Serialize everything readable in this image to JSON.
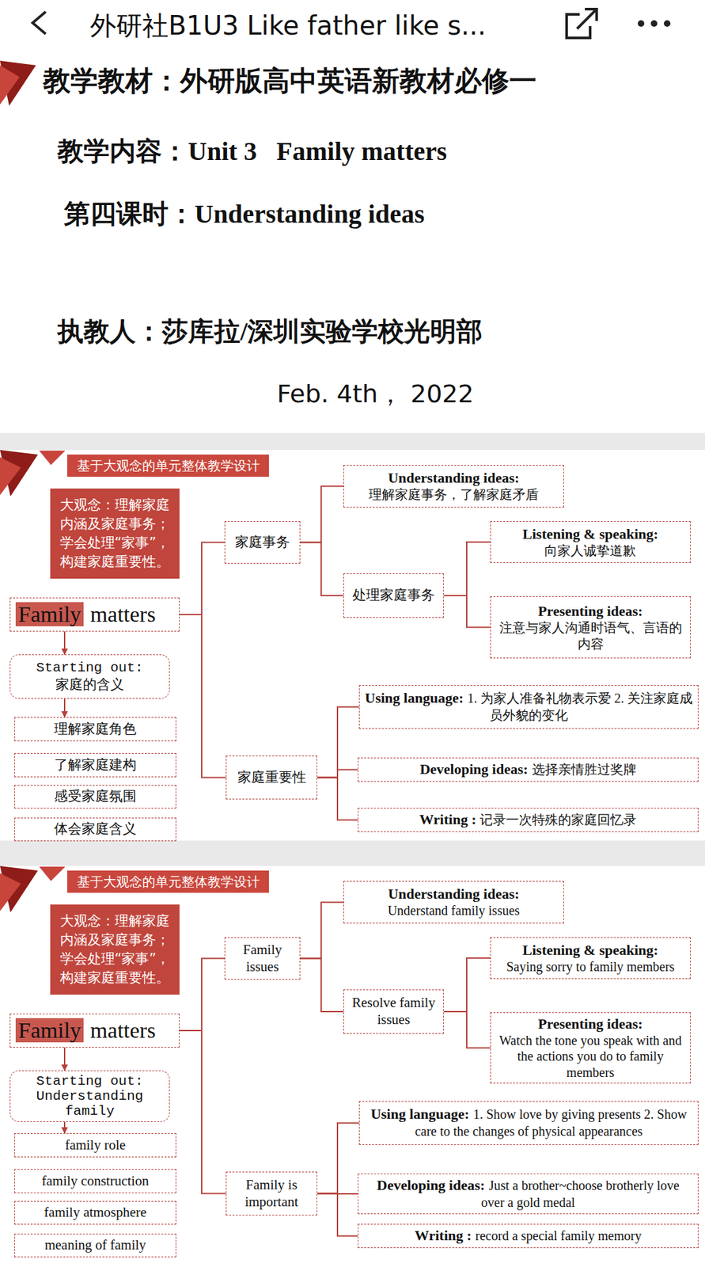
{
  "diagram": {
    "nodes": [
      {
        "text": [
          "基于大观念的单元整体教学设计"
        ]
      },
      {
        "text": [
          "大观念：理解家庭内涵及家庭事务；学会处理“家事”，构建家庭重要性。"
        ]
      },
      {
        "text": [
          "Family",
          "matters"
        ]
      },
      {
        "text": [
          "Starting out:",
          "家庭的含义"
        ]
      },
      {
        "text": [
          "理解家庭角色"
        ]
      },
      {
        "text": [
          "了解家庭建构"
        ]
      },
      {
        "text": [
          "感受家庭氛围"
        ]
      },
      {
        "text": [
          "体会家庭含义"
        ]
      },
      {
        "text": [
          "家庭事务"
        ]
      },
      {
        "text": [
          "家庭重要性"
        ]
      },
      {
        "text": [
          "Understanding ideas:",
          "理解家庭事务，了解家庭矛盾"
        ]
      },
      {
        "text": [
          "处理家庭事务"
        ]
      },
      {
        "text": [
          "Listening & speaking:",
          "向家人诚挚道歉"
        ]
      },
      {
        "text": [
          "Presenting ideas:",
          "注意与家人沟通时语气、言语的内容"
        ]
      },
      {
        "text": [
          "Using language:",
          "1. 为家人准备礼物表示爱 2. 关注家庭成员外貌的变化"
        ]
      },
      {
        "text": [
          "Developing ideas:",
          "选择亲情胜过奖牌"
        ]
      },
      {
        "text": [
          "Writing :",
          "记录一次特殊的家庭回忆录"
        ]
      },
      {
        "text": [
          "基于大观念的单元整体教学设计"
        ]
      },
      {
        "text": [
          "大观念：理解家庭内涵及家庭事务；学会处理“家事”，构建家庭重要性。"
        ]
      },
      {
        "text": [
          "Family",
          "matters"
        ]
      },
      {
        "text": [
          "Starting out:",
          "Understanding family"
        ]
      },
      {
        "text": [
          "family role"
        ]
      },
      {
        "text": [
          "family construction"
        ]
      },
      {
        "text": [
          "family atmosphere"
        ]
      },
      {
        "text": [
          "meaning of family"
        ]
      },
      {
        "text": [
          "Family issues"
        ]
      },
      {
        "text": [
          "Family is important"
        ]
      },
      {
        "text": [
          "Understanding ideas:",
          "Understand family issues"
        ]
      },
      {
        "text": [
          "Resolve family issues"
        ]
      },
      {
        "text": [
          "Listening & speaking:",
          "Saying sorry to family members"
        ]
      },
      {
        "text": [
          "Presenting ideas:",
          "Watch the tone you speak with and the actions you do to family members"
        ]
      },
      {
        "text": [
          "Using language:",
          "1. Show love by giving presents 2. Show care to the changes of physical appearances"
        ]
      },
      {
        "text": [
          "Developing ideas:",
          "Just a brother~choose brotherly love over a gold medal"
        ]
      },
      {
        "text": [
          "Writing :",
          "record a special family memory"
        ]
      }
    ],
    "edges": [
      {
        "from": 2,
        "to": 3,
        "arrow": "to"
      },
      {
        "from": 3,
        "to": 4,
        "arrow": "to"
      },
      {
        "from": 2,
        "to": 8,
        "arrow": "none"
      },
      {
        "from": 2,
        "to": 9,
        "arrow": "none"
      },
      {
        "from": 8,
        "to": 10,
        "arrow": "none"
      },
      {
        "from": 8,
        "to": 11,
        "arrow": "none"
      },
      {
        "from": 11,
        "to": 12,
        "arrow": "none"
      },
      {
        "from": 11,
        "to": 13,
        "arrow": "none"
      },
      {
        "from": 9,
        "to": 14,
        "arrow": "none"
      },
      {
        "from": 9,
        "to": 15,
        "arrow": "none"
      },
      {
        "from": 9,
        "to": 16,
        "arrow": "none"
      },
      {
        "from": 19,
        "to": 20,
        "arrow": "to"
      },
      {
        "from": 20,
        "to": 21,
        "arrow": "to"
      },
      {
        "from": 19,
        "to": 25,
        "arrow": "none"
      },
      {
        "from": 19,
        "to": 26,
        "arrow": "none"
      },
      {
        "from": 25,
        "to": 27,
        "arrow": "none"
      },
      {
        "from": 25,
        "to": 28,
        "arrow": "none"
      },
      {
        "from": 28,
        "to": 29,
        "arrow": "none"
      },
      {
        "from": 28,
        "to": 30,
        "arrow": "none"
      },
      {
        "from": 26,
        "to": 31,
        "arrow": "none"
      },
      {
        "from": 26,
        "to": 32,
        "arrow": "none"
      },
      {
        "from": 26,
        "to": 33,
        "arrow": "none"
      }
    ],
    "labels": [
      "外研社B1U3 Like father like s...",
      "教学教材：外研版高中英语新教材必修一",
      "教学内容：Unit 3   Family matters",
      "第四课时：Understanding ideas",
      "执教人：莎库拉/深圳实验学校光明部",
      "Feb. 4th， 2022"
    ]
  }
}
